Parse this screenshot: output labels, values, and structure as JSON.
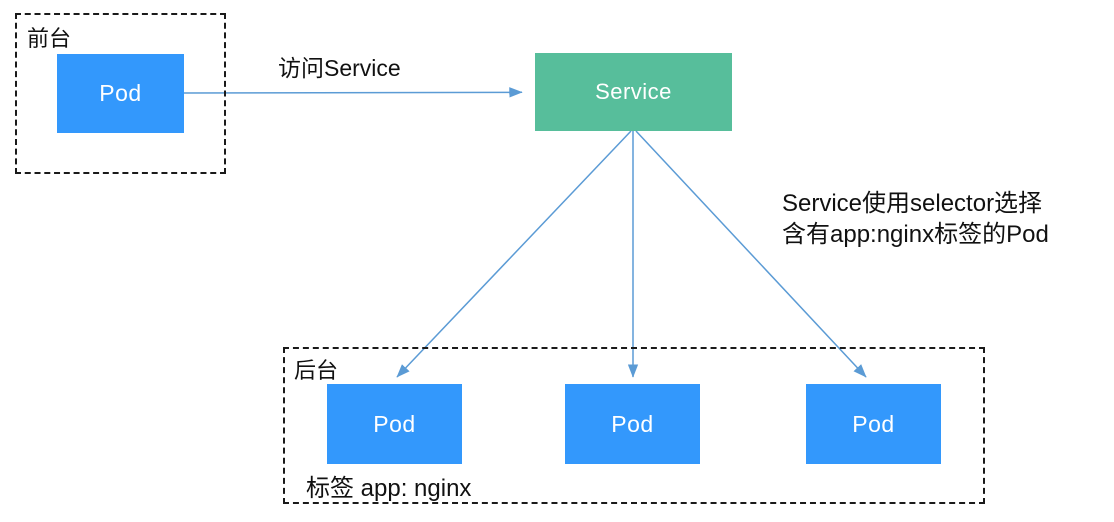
{
  "diagram": {
    "title_hint": "Kubernetes Service selector diagram",
    "frontend": {
      "label": "前台",
      "pod_label": "Pod"
    },
    "access_arrow_label": "访问Service",
    "service": {
      "label": "Service"
    },
    "selector_note": {
      "line1": "Service使用selector选择",
      "line2": "含有app:nginx标签的Pod"
    },
    "backend": {
      "label": "后台",
      "pods": [
        {
          "label": "Pod"
        },
        {
          "label": "Pod"
        },
        {
          "label": "Pod"
        }
      ],
      "tag_label": "标签 app: nginx"
    },
    "colors": {
      "pod_blue": "#3398FC",
      "service_green": "#57BE9B",
      "arrow_blue": "#5B9BD5",
      "border_dark": "#1a1a1a"
    }
  }
}
